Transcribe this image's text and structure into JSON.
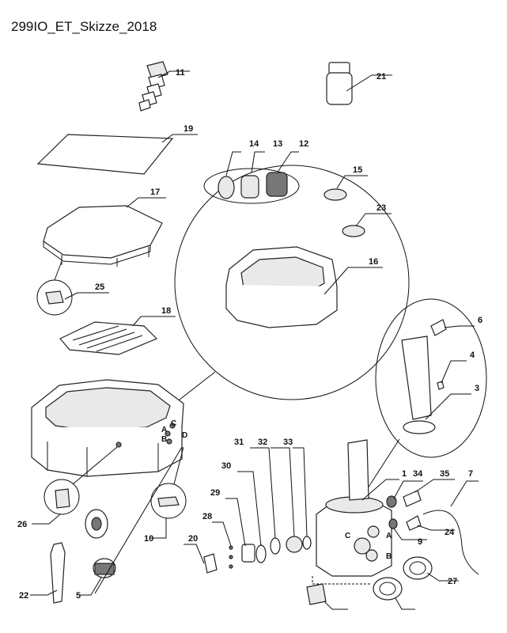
{
  "title": "299IO_ET_Skizze_2018",
  "labels": {
    "p1": "1",
    "p3": "3",
    "p4": "4",
    "p5": "5",
    "p6": "6",
    "p7": "7",
    "p9": "9",
    "p10": "10",
    "p11": "11",
    "p12": "12",
    "p13": "13",
    "p14": "14",
    "p15": "15",
    "p16": "16",
    "p17": "17",
    "p18": "18",
    "p19": "19",
    "p20": "20",
    "p21": "21",
    "p22": "22",
    "p23": "23",
    "p24": "24",
    "p25": "25",
    "p26": "26",
    "p27": "27",
    "p28": "28",
    "p29": "29",
    "p30": "30",
    "p31": "31",
    "p32": "32",
    "p33": "33",
    "p34": "34",
    "p35": "35"
  },
  "ports": {
    "spa_a": "A",
    "spa_b": "B",
    "spa_c": "C",
    "spa_d": "D",
    "pump_a": "A",
    "pump_b": "B",
    "pump_c": "C"
  }
}
